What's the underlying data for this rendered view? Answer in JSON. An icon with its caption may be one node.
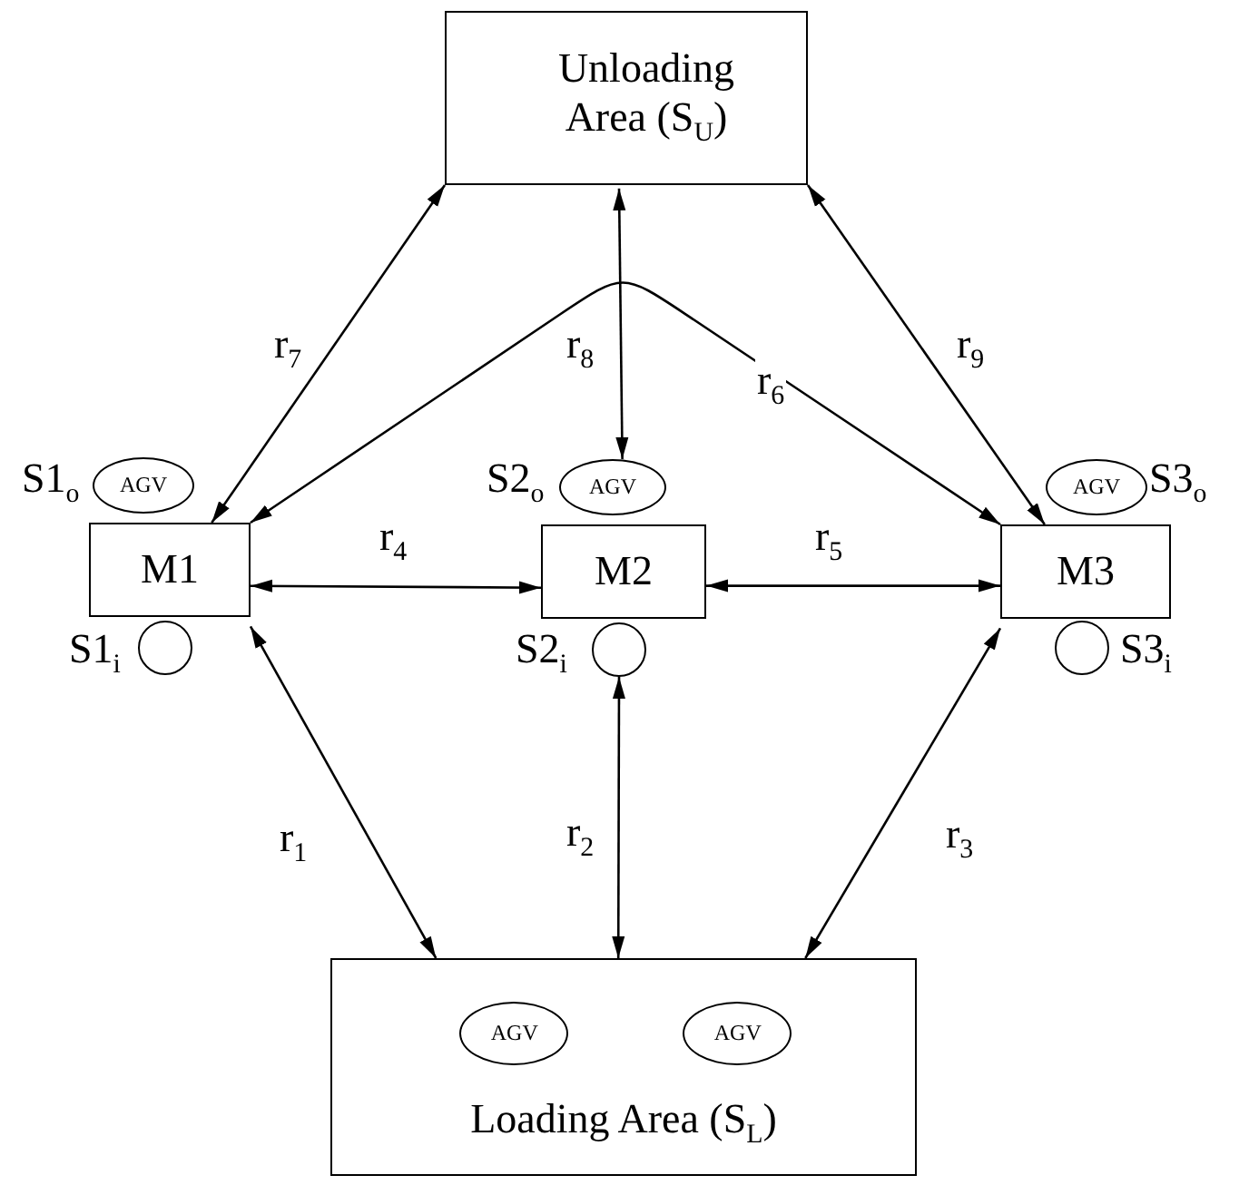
{
  "diagram": {
    "nodes": [
      {
        "text": [
          "Unloading Area (S$_{U}$)"
        ]
      },
      {
        "text": [
          "M1"
        ]
      },
      {
        "text": [
          "M2"
        ]
      },
      {
        "text": [
          "M3"
        ]
      },
      {
        "text": [
          "Loading  Area (S$_{L}$)"
        ]
      },
      {
        "text": [
          "AGV"
        ],
        "in": 4
      },
      {
        "text": [
          "AGV"
        ],
        "in": 4
      },
      {
        "text": [
          "AGV"
        ],
        "beside": [
          "S1$_{o}$"
        ]
      },
      {
        "text": [
          "AGV"
        ],
        "beside": [
          "S2$_{o}$"
        ]
      },
      {
        "text": [
          "AGV"
        ],
        "beside": [
          "S3$_{o}$"
        ]
      },
      {
        "text": [],
        "shape": "circle",
        "beside": [
          "S1$_{i}$"
        ]
      },
      {
        "text": [],
        "shape": "circle",
        "beside": [
          "S2$_{i}$"
        ]
      },
      {
        "text": [],
        "shape": "circle",
        "beside": [
          "S3$_{i}$"
        ]
      }
    ],
    "edges": [
      {
        "from": 1,
        "to": 4,
        "arrow": "both",
        "label": "r$_{1}$"
      },
      {
        "from": 11,
        "to": 4,
        "arrow": "both",
        "label": "r$_{2}$"
      },
      {
        "from": 3,
        "to": 4,
        "arrow": "both",
        "label": "r$_{3}$"
      },
      {
        "from": 1,
        "to": 2,
        "arrow": "both",
        "label": "r$_{4}$"
      },
      {
        "from": 2,
        "to": 3,
        "arrow": "both",
        "label": "r$_{5}$"
      },
      {
        "from": 1,
        "to": 3,
        "arrow": "both",
        "label": "r$_{6}$"
      },
      {
        "from": 0,
        "to": 1,
        "arrow": "both",
        "label": "r$_{7}$"
      },
      {
        "from": 0,
        "to": 8,
        "arrow": "both",
        "label": "r$_{8}$"
      },
      {
        "from": 0,
        "to": 3,
        "arrow": "both",
        "label": "r$_{9}$"
      }
    ]
  }
}
